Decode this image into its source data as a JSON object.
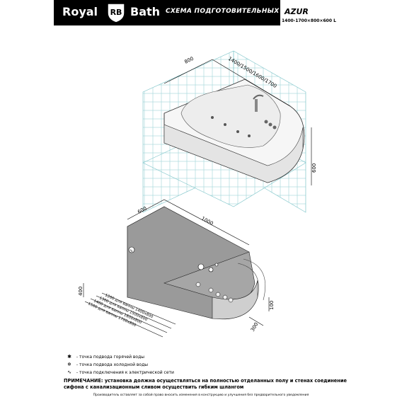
{
  "header": {
    "brand_left": "Royal",
    "logo_text": "RB",
    "brand_right": "Bath",
    "title": "СХЕМА ПОДГОТОВИТЕЛЬНЫХ РАБОТ",
    "model_name": "AZUR",
    "model_dims": "1400-1700×800×600 L"
  },
  "top_view": {
    "dim_width": "800",
    "dim_length": "1400/1500/1600/1700",
    "dim_height": "600"
  },
  "plan_view": {
    "dim_600": "600",
    "dim_1000": "1000",
    "dim_400": "400",
    "dim_100": "100",
    "dim_300": "300",
    "lengths": [
      "1200 для ванны 1400x800",
      "1300 для ванны 1500x800",
      "1400 для ванны 1600x800",
      "1500 для ванны 1700x800"
    ]
  },
  "legend": [
    {
      "icon": "hot-water-icon",
      "symbol": "✱",
      "text": "- точка подвода горячей воды"
    },
    {
      "icon": "cold-water-icon",
      "symbol": "❄",
      "text": "- точка подвода холодной воды"
    },
    {
      "icon": "electric-icon",
      "symbol": "∿",
      "text": "- точка подключения к электрической сети"
    }
  ],
  "note": {
    "label": "ПРИМЕЧАНИЕ:",
    "text": "установка должна осуществляться на полностью отделанных полу и стенах соединение сифона с канализационным сливом осуществить гибким шлангом"
  },
  "footer": "Производитель оставляет за собой право вносить изменения в конструкцию и улучшения без предварительного уведомления"
}
